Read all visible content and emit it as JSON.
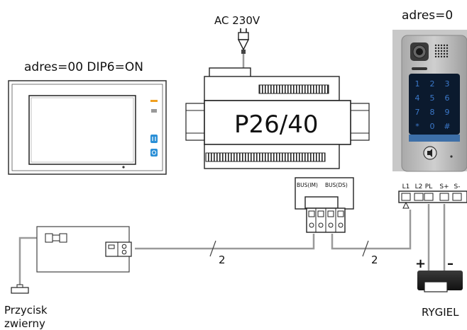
{
  "labels": {
    "monitor_address": "adres=00 DIP6=ON",
    "panel_address": "adres=0",
    "power_supply": "AC 230V",
    "controller_model": "P26/40",
    "bus_im": "BUS(IM)",
    "bus_ds": "BUS(DS)",
    "wire_count_left": "2",
    "wire_count_right": "2",
    "exit_button_line1": "Przycisk",
    "exit_button_line2": "zwierny",
    "lock": "RYGIEL",
    "polarity_plus": "+",
    "polarity_minus": "–"
  },
  "terminals": [
    "L1",
    "L2",
    "PL",
    "S+",
    "S-"
  ],
  "keypad": [
    "1",
    "2",
    "3",
    "4",
    "5",
    "6",
    "7",
    "8",
    "9",
    "*",
    "0",
    "#"
  ],
  "colors": {
    "accent": "#2a8fd6",
    "orange_led": "#f0a020",
    "keypad_bg": "#0b1a2e",
    "wire": "#8a8a8a"
  },
  "icons": [
    "power-plug-icon",
    "speaker-icon",
    "camera-icon",
    "bell-icon"
  ]
}
